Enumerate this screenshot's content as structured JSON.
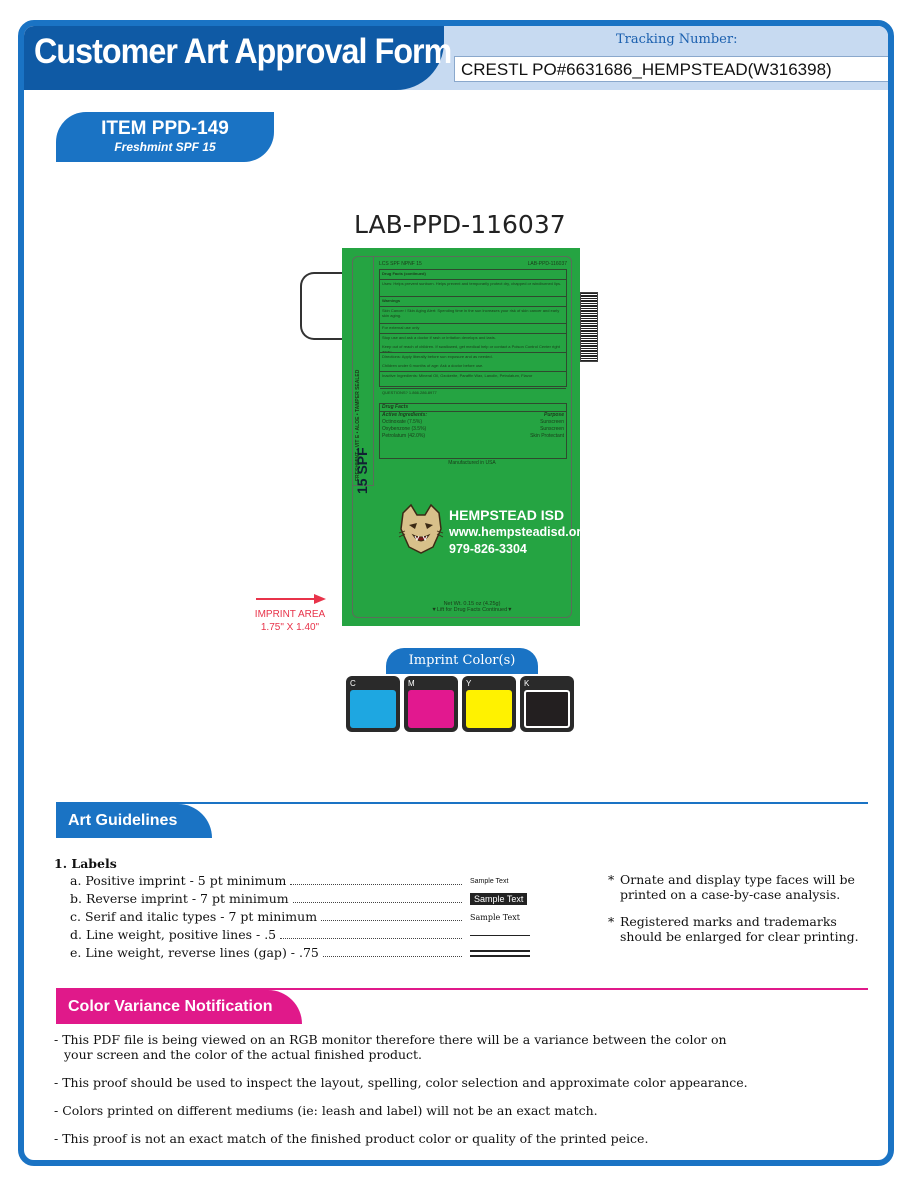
{
  "header": {
    "title": "Customer Art Approval Form",
    "tracking_label": "Tracking Number:",
    "tracking_value": "CRESTL PO#6631686_HEMPSTEAD(W316398)"
  },
  "item": {
    "code": "ITEM PPD-149",
    "name": "Freshmint SPF 15"
  },
  "proof": {
    "lab_code": "LAB-PPD-116037",
    "vertical_strip": "FRESHMINT • VIT E • ALOE • TAMPER SEALED",
    "spf_label": "15 SPF",
    "small_header_left": "LCS SPF NPNF 15",
    "small_header_right": "LAB-PPD-116037",
    "fact_rows": [
      "Drug Facts (continued)",
      "Uses: Helps prevent sunburn. Helps prevent and temporarily protect dry, chapped or windburned lips.",
      "Warnings",
      "Skin Cancer / Skin Aging Alert: Spending time in the sun increases your risk of skin cancer and early skin aging.",
      "For external use only",
      "Stop use and ask a doctor if rash or irritation develops and lasts.",
      "Keep out of reach of children. If swallowed, get medical help or contact a Poison Control Center right away.",
      "Directions: Apply liberally before sun exposure and as needed.",
      "Children under 6 months of age: Ask a doctor before use.",
      "Inactive Ingredients: Mineral Oil, Ozokerite, Paraffin Wax, Lanolin, Petrolatum, Flavor",
      "QUESTIONS? 1.866.286.8977"
    ],
    "drug_facts_title": "Drug Facts",
    "active_header": "Active Ingredients:",
    "purpose_header": "Purpose",
    "actives": [
      {
        "name": "Octinoxate (7.5%)",
        "purpose": "Sunscreen"
      },
      {
        "name": "Oxybenzone (3.5%)",
        "purpose": "Sunscreen"
      },
      {
        "name": "Petrolatum (42.0%)",
        "purpose": "Skin Protectant"
      }
    ],
    "made_in": "Manufactured in USA",
    "school_name": "HEMPSTEAD ISD",
    "school_url": "www.hempsteadisd.org",
    "school_phone": "979-826-3304",
    "net_wt": "Net Wt. 0.15 oz (4.25g)",
    "lift_note": "▼Lift for Drug Facts Continued▼",
    "imprint_area_label": "IMPRINT AREA",
    "imprint_area_size": "1.75\" X 1.40\""
  },
  "imprint_colors": {
    "title": "Imprint Color(s)",
    "swatches": [
      {
        "label": "C",
        "color": "#1ea7e1"
      },
      {
        "label": "M",
        "color": "#e2188f"
      },
      {
        "label": "Y",
        "color": "#fff200"
      },
      {
        "label": "K",
        "color": "#231f20"
      }
    ]
  },
  "art_guidelines": {
    "title": "Art Guidelines",
    "color": "#1a73c4",
    "labels_heading": "1. Labels",
    "items": [
      "a. Positive imprint - 5 pt minimum",
      "b. Reverse imprint - 7 pt minimum",
      "c. Serif and italic types - 7 pt minimum",
      "d. Line weight, positive lines - .5",
      "e. Line weight, reverse lines (gap) - .75"
    ],
    "sample_text": "Sample Text",
    "notes": [
      "Ornate and display type faces will be printed on a case-by-case analysis.",
      "Registered marks and trademarks should be enlarged for clear printing."
    ]
  },
  "color_variance": {
    "title": "Color Variance Notification",
    "color": "#e0198a",
    "paragraphs": [
      "- This PDF file is being viewed on an RGB monitor therefore there will be a variance between the color on your screen and the color of the actual finished product.",
      "- This proof should be used to inspect the layout, spelling, color selection and approximate color appearance.",
      "- Colors printed on different mediums (ie: leash and label) will not be an exact match.",
      "- This proof is not an exact match of the finished product color or quality of the printed peice."
    ]
  }
}
